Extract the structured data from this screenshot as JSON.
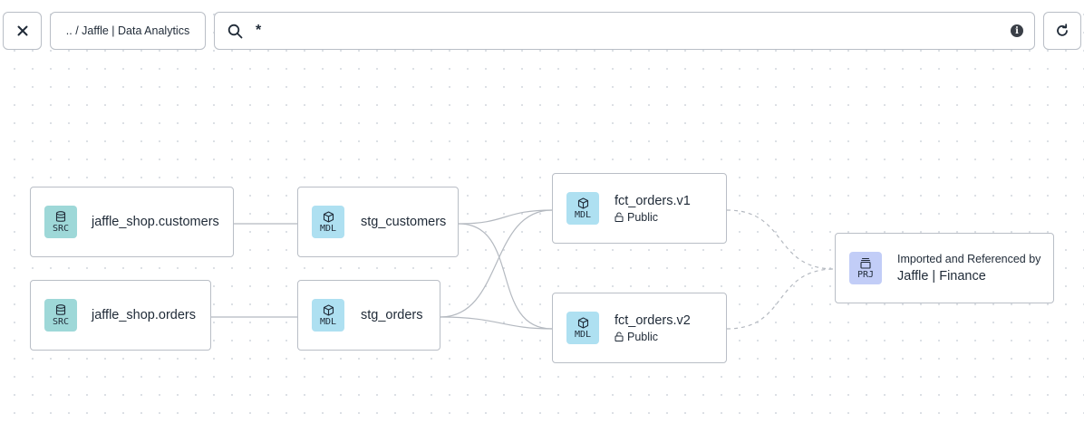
{
  "toolbar": {
    "close_icon": "close-icon",
    "breadcrumb": ".. / Jaffle | Data Analytics",
    "search_icon": "search-icon",
    "search_value": "*",
    "info_icon": "info-icon",
    "info_glyph": "i",
    "refresh_icon": "refresh-icon"
  },
  "nodes": {
    "src_customers": {
      "badge": "SRC",
      "icon": "database-icon",
      "name": "jaffle_shop.customers"
    },
    "src_orders": {
      "badge": "SRC",
      "icon": "database-icon",
      "name": "jaffle_shop.orders"
    },
    "stg_customers": {
      "badge": "MDL",
      "icon": "cube-icon",
      "name": "stg_customers"
    },
    "stg_orders": {
      "badge": "MDL",
      "icon": "cube-icon",
      "name": "stg_orders"
    },
    "fct_orders_v1": {
      "badge": "MDL",
      "icon": "cube-icon",
      "name": "fct_orders.v1",
      "access": "Public",
      "access_icon": "unlock-icon"
    },
    "fct_orders_v2": {
      "badge": "MDL",
      "icon": "cube-icon",
      "name": "fct_orders.v2",
      "access": "Public",
      "access_icon": "unlock-icon"
    },
    "project": {
      "badge": "PRJ",
      "icon": "project-icon",
      "caption": "Imported and Referenced by",
      "name": "Jaffle | Finance"
    }
  },
  "colors": {
    "src_badge": "#9ed8d8",
    "mdl_badge": "#aee0f1",
    "prj_badge": "#c2cdf7",
    "edge": "#b4b9c0",
    "border": "#b9bec6"
  }
}
